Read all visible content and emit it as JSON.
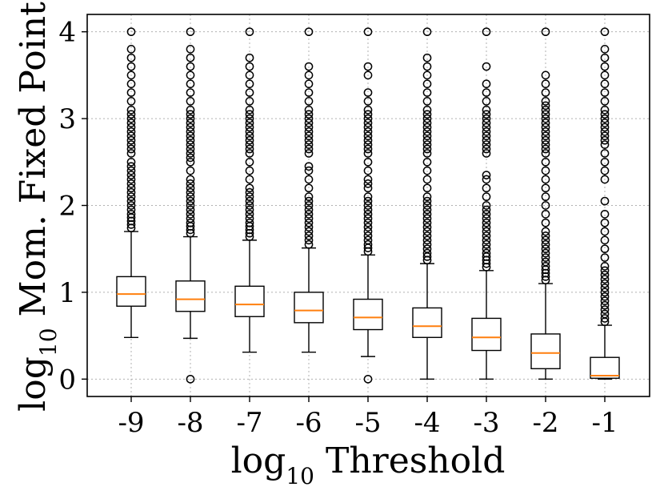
{
  "chart_data": {
    "type": "box",
    "xlabel": {
      "pre": "log",
      "sub": "10",
      "post": " Threshold"
    },
    "ylabel": {
      "pre": "log",
      "sub": "10",
      "post": " Mom. Fixed Point"
    },
    "categories": [
      "-9",
      "-8",
      "-7",
      "-6",
      "-5",
      "-4",
      "-3",
      "-2",
      "-1"
    ],
    "ylim": [
      -0.2,
      4.2
    ],
    "yticks": [
      0,
      1,
      2,
      3,
      4
    ],
    "ytick_labels": [
      "0",
      "1",
      "2",
      "3",
      "4"
    ],
    "grid": true,
    "colors": {
      "median": "#ff7f0e",
      "box": "#000000",
      "grid": "#b0b0b0"
    },
    "boxes": [
      {
        "label": "-9",
        "whisker_low": 0.48,
        "q1": 0.84,
        "median": 0.98,
        "q3": 1.18,
        "whisker_high": 1.7,
        "outliers_low": [],
        "outliers_high": [
          1.74,
          1.78,
          1.82,
          1.86,
          1.9,
          1.95,
          2.0,
          2.05,
          2.1,
          2.15,
          2.2,
          2.25,
          2.3,
          2.35,
          2.4,
          2.45,
          2.5,
          2.6,
          2.65,
          2.7,
          2.75,
          2.8,
          2.85,
          2.9,
          2.95,
          3.0,
          3.05,
          3.1,
          3.2,
          3.3,
          3.4,
          3.5,
          3.6,
          3.7,
          3.8,
          4.0
        ]
      },
      {
        "label": "-8",
        "whisker_low": 0.47,
        "q1": 0.78,
        "median": 0.92,
        "q3": 1.13,
        "whisker_high": 1.64,
        "outliers_low": [
          0.0
        ],
        "outliers_high": [
          1.68,
          1.72,
          1.76,
          1.8,
          1.85,
          1.9,
          1.95,
          2.0,
          2.05,
          2.1,
          2.15,
          2.2,
          2.25,
          2.3,
          2.4,
          2.5,
          2.55,
          2.6,
          2.65,
          2.7,
          2.75,
          2.8,
          2.85,
          2.9,
          2.95,
          3.0,
          3.05,
          3.1,
          3.2,
          3.3,
          3.4,
          3.5,
          3.6,
          3.7,
          3.8,
          4.0
        ]
      },
      {
        "label": "-7",
        "whisker_low": 0.31,
        "q1": 0.72,
        "median": 0.86,
        "q3": 1.07,
        "whisker_high": 1.6,
        "outliers_low": [],
        "outliers_high": [
          1.64,
          1.68,
          1.72,
          1.76,
          1.8,
          1.85,
          1.9,
          1.95,
          2.0,
          2.05,
          2.1,
          2.15,
          2.2,
          2.3,
          2.4,
          2.5,
          2.6,
          2.65,
          2.7,
          2.75,
          2.8,
          2.85,
          2.9,
          2.95,
          3.0,
          3.05,
          3.1,
          3.2,
          3.3,
          3.4,
          3.5,
          3.6,
          3.7,
          4.0
        ]
      },
      {
        "label": "-6",
        "whisker_low": 0.31,
        "q1": 0.65,
        "median": 0.79,
        "q3": 1.0,
        "whisker_high": 1.51,
        "outliers_low": [],
        "outliers_high": [
          1.55,
          1.6,
          1.65,
          1.7,
          1.75,
          1.8,
          1.85,
          1.9,
          1.95,
          2.0,
          2.05,
          2.1,
          2.2,
          2.3,
          2.4,
          2.45,
          2.6,
          2.65,
          2.7,
          2.75,
          2.8,
          2.85,
          2.9,
          2.95,
          3.0,
          3.05,
          3.1,
          3.2,
          3.3,
          3.4,
          3.5,
          3.6,
          4.0
        ]
      },
      {
        "label": "-5",
        "whisker_low": 0.26,
        "q1": 0.57,
        "median": 0.71,
        "q3": 0.92,
        "whisker_high": 1.43,
        "outliers_low": [
          0.0
        ],
        "outliers_high": [
          1.47,
          1.51,
          1.55,
          1.6,
          1.65,
          1.7,
          1.75,
          1.8,
          1.85,
          1.9,
          1.95,
          2.0,
          2.05,
          2.1,
          2.2,
          2.25,
          2.3,
          2.4,
          2.5,
          2.6,
          2.65,
          2.7,
          2.75,
          2.8,
          2.85,
          2.9,
          2.95,
          3.0,
          3.05,
          3.1,
          3.2,
          3.3,
          3.5,
          3.6,
          4.0
        ]
      },
      {
        "label": "-4",
        "whisker_low": 0.0,
        "q1": 0.48,
        "median": 0.61,
        "q3": 0.82,
        "whisker_high": 1.33,
        "outliers_low": [],
        "outliers_high": [
          1.37,
          1.41,
          1.45,
          1.5,
          1.55,
          1.6,
          1.65,
          1.7,
          1.75,
          1.8,
          1.85,
          1.9,
          1.95,
          2.0,
          2.05,
          2.1,
          2.2,
          2.3,
          2.4,
          2.5,
          2.6,
          2.65,
          2.7,
          2.75,
          2.8,
          2.85,
          2.9,
          2.95,
          3.0,
          3.05,
          3.1,
          3.2,
          3.3,
          3.4,
          3.5,
          3.6,
          3.7,
          4.0
        ]
      },
      {
        "label": "-3",
        "whisker_low": 0.0,
        "q1": 0.33,
        "median": 0.48,
        "q3": 0.7,
        "whisker_high": 1.25,
        "outliers_low": [],
        "outliers_high": [
          1.29,
          1.33,
          1.37,
          1.41,
          1.45,
          1.5,
          1.55,
          1.6,
          1.65,
          1.7,
          1.75,
          1.8,
          1.85,
          1.9,
          1.95,
          2.0,
          2.1,
          2.2,
          2.3,
          2.35,
          2.6,
          2.65,
          2.7,
          2.75,
          2.8,
          2.85,
          2.9,
          2.95,
          3.0,
          3.05,
          3.1,
          3.2,
          3.3,
          3.4,
          3.6,
          4.0
        ]
      },
      {
        "label": "-2",
        "whisker_low": 0.0,
        "q1": 0.12,
        "median": 0.3,
        "q3": 0.52,
        "whisker_high": 1.1,
        "outliers_low": [],
        "outliers_high": [
          1.14,
          1.18,
          1.22,
          1.26,
          1.3,
          1.35,
          1.4,
          1.45,
          1.5,
          1.55,
          1.6,
          1.65,
          1.7,
          1.8,
          1.9,
          2.0,
          2.1,
          2.2,
          2.3,
          2.4,
          2.5,
          2.6,
          2.65,
          2.7,
          2.75,
          2.8,
          2.85,
          2.9,
          2.95,
          3.0,
          3.05,
          3.1,
          3.15,
          3.2,
          3.3,
          3.4,
          3.5,
          4.0
        ]
      },
      {
        "label": "-1",
        "whisker_low": 0.0,
        "q1": 0.01,
        "median": 0.04,
        "q3": 0.25,
        "whisker_high": 0.62,
        "outliers_low": [],
        "outliers_high": [
          0.66,
          0.7,
          0.75,
          0.8,
          0.85,
          0.9,
          0.95,
          1.0,
          1.05,
          1.1,
          1.15,
          1.2,
          1.25,
          1.3,
          1.4,
          1.5,
          1.6,
          1.7,
          1.8,
          1.9,
          2.05,
          2.3,
          2.4,
          2.5,
          2.6,
          2.7,
          2.75,
          2.8,
          2.85,
          2.9,
          2.95,
          3.0,
          3.05,
          3.1,
          3.2,
          3.3,
          3.4,
          3.5,
          3.6,
          3.7,
          3.8,
          4.0
        ]
      }
    ]
  }
}
